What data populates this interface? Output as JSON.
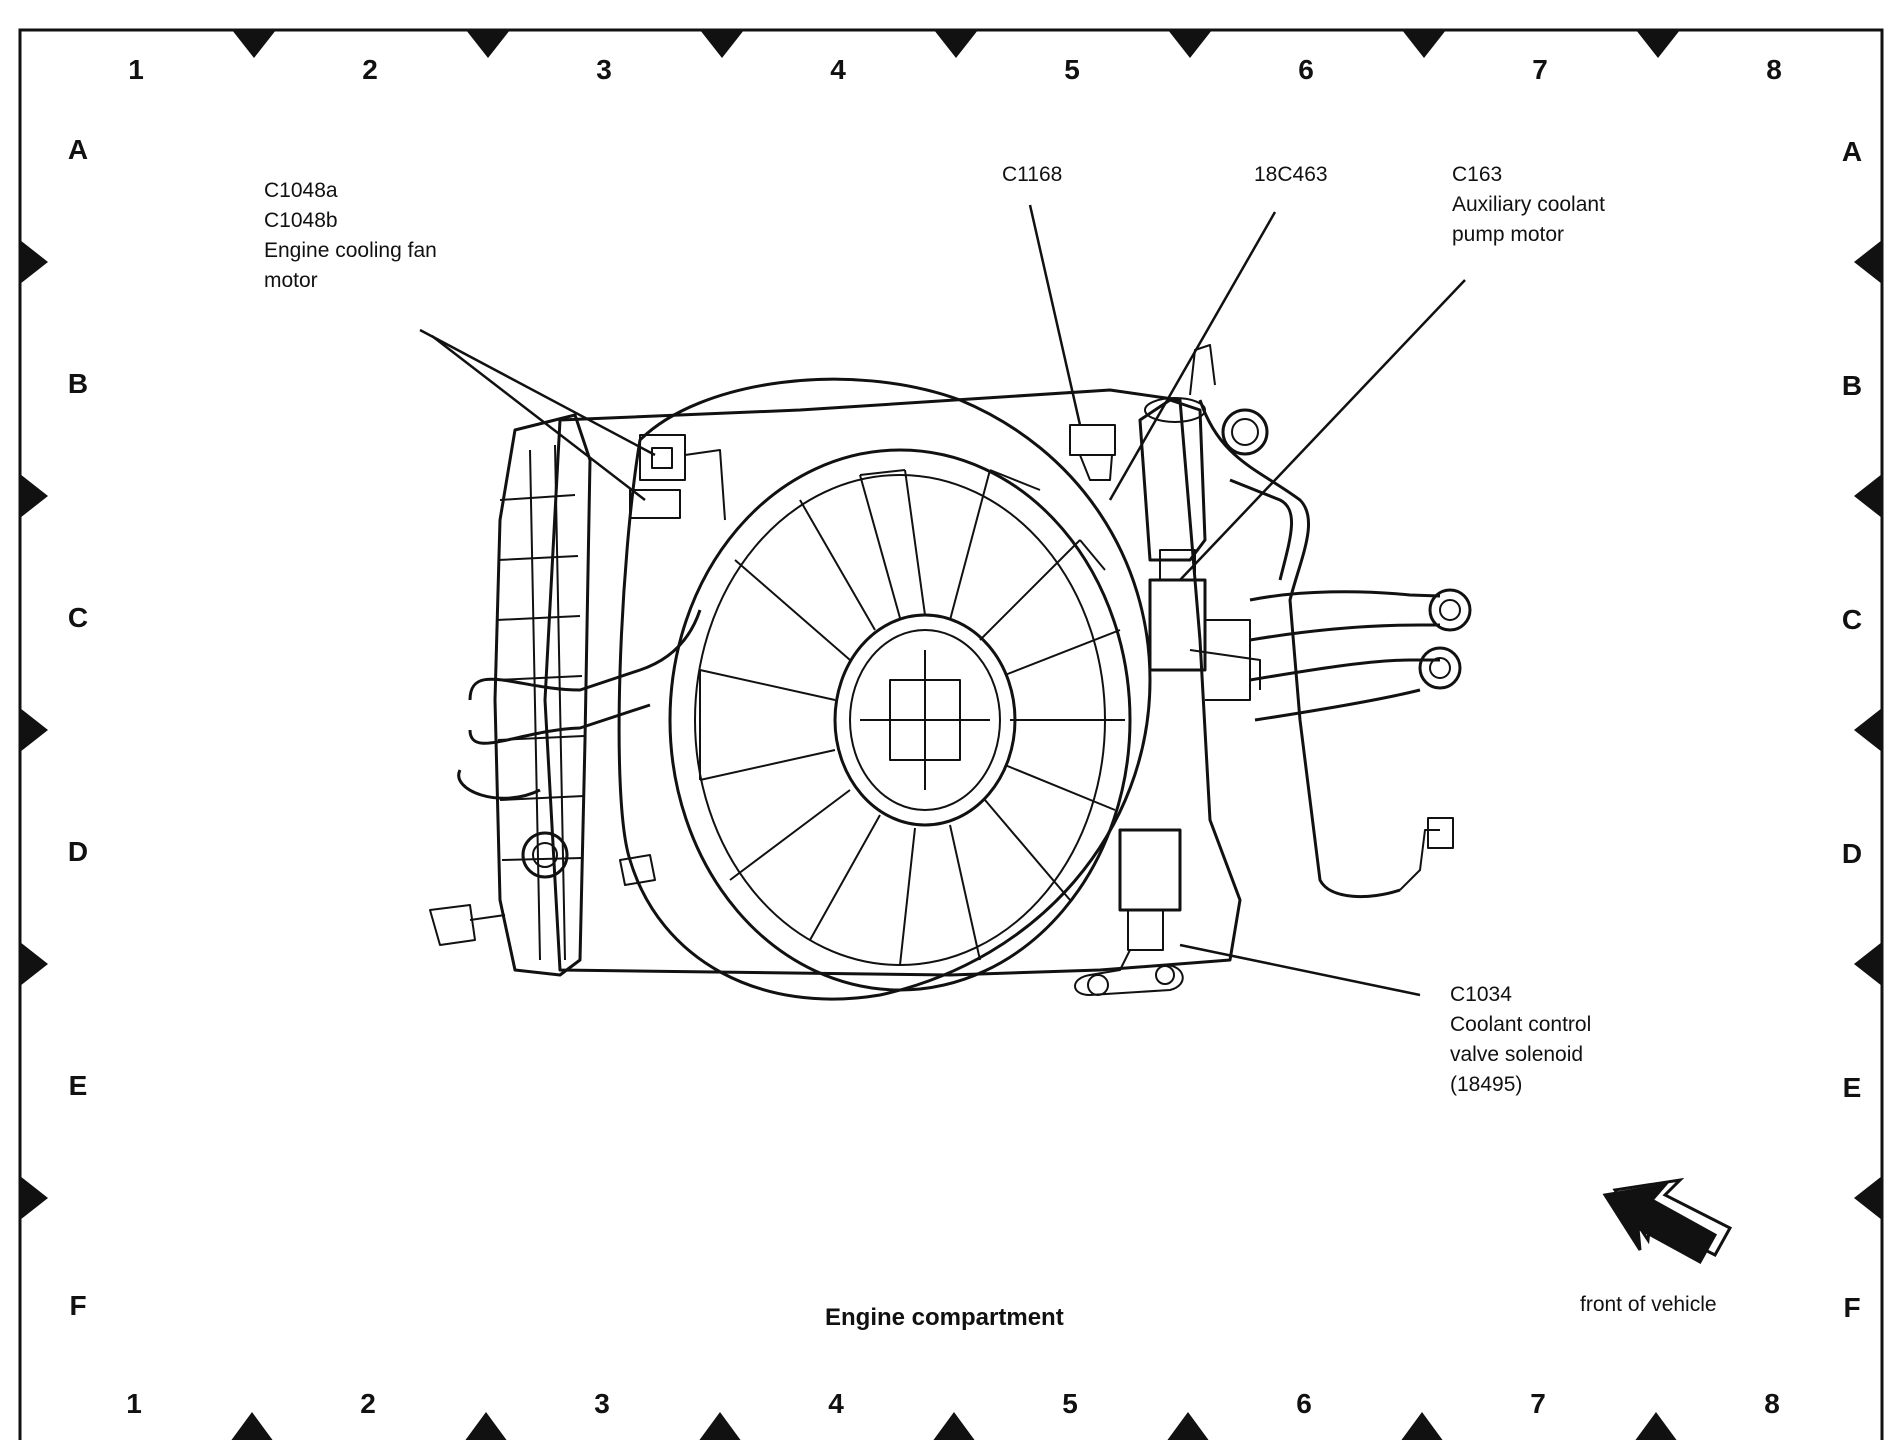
{
  "grid": {
    "columns": [
      "1",
      "2",
      "3",
      "4",
      "5",
      "6",
      "7",
      "8"
    ],
    "rows": [
      "A",
      "B",
      "C",
      "D",
      "E",
      "F"
    ]
  },
  "callouts": {
    "c1048": {
      "lines": [
        "C1048a",
        "C1048b",
        "Engine cooling fan",
        "motor"
      ]
    },
    "c1168": {
      "lines": [
        "C1168"
      ]
    },
    "c18c463": {
      "lines": [
        "18C463"
      ]
    },
    "c163": {
      "lines": [
        "C163",
        "Auxiliary coolant",
        "pump motor"
      ]
    },
    "c1034": {
      "lines": [
        "C1034",
        "Coolant control",
        "valve solenoid",
        "(18495)"
      ]
    }
  },
  "title": "Engine compartment",
  "orientation": {
    "label": "front of vehicle",
    "icon": "arrow-up-left-icon"
  }
}
